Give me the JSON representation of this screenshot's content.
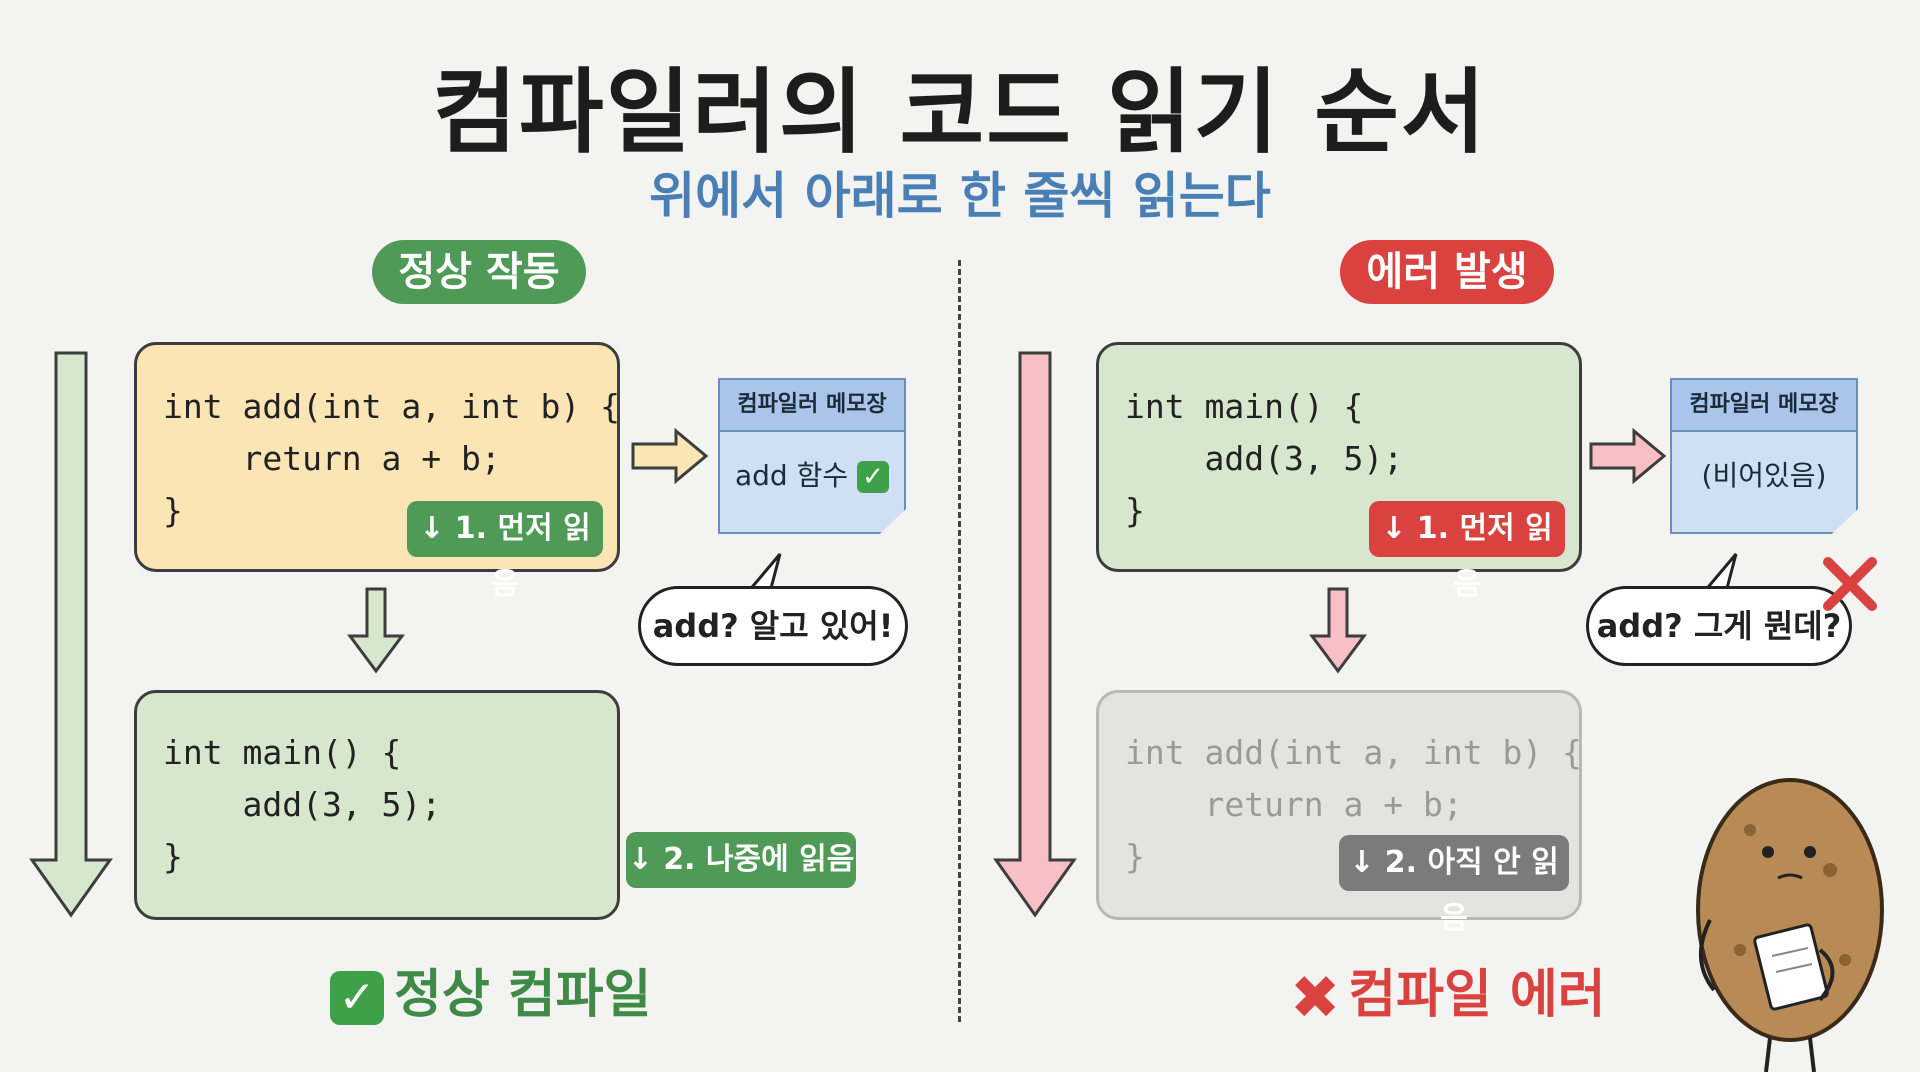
{
  "title": "컴파일러의 코드 읽기 순서",
  "subtitle": "위에서 아래로 한 줄씩 읽는다",
  "left": {
    "badge": "정상 작동",
    "top_code": [
      "int add(int a, int b) {",
      "    return a + b;",
      "}"
    ],
    "top_tag": "↓ 1. 먼저 읽음",
    "memo_title": "컴파일러 메모장",
    "memo_body": "add 함수",
    "bubble": "add? 알고 있어!",
    "bottom_code": [
      "int main() {",
      "    add(3, 5);",
      "}"
    ],
    "bottom_tag": "↓ 2. 나중에 읽음",
    "result": "정상 컴파일"
  },
  "right": {
    "badge": "에러 발생",
    "top_code": [
      "int main() {",
      "    add(3, 5);",
      "}"
    ],
    "top_tag": "↓ 1. 먼저 읽음",
    "memo_title": "컴파일러 메모장",
    "memo_body": "(비어있음)",
    "bubble": "add? 그게 뭔데?",
    "bottom_code": [
      "int add(int a, int b) {",
      "    return a + b;",
      "}"
    ],
    "bottom_tag": "↓ 2. 아직 안 읽음",
    "result": "컴파일 에러"
  },
  "colors": {
    "green": "#4f9a56",
    "red": "#d9423f",
    "blue_title": "#4a7fb5",
    "yellow_box": "#fbe5b5",
    "green_box": "#d6e7cd",
    "memo": "#cfe0f5"
  }
}
